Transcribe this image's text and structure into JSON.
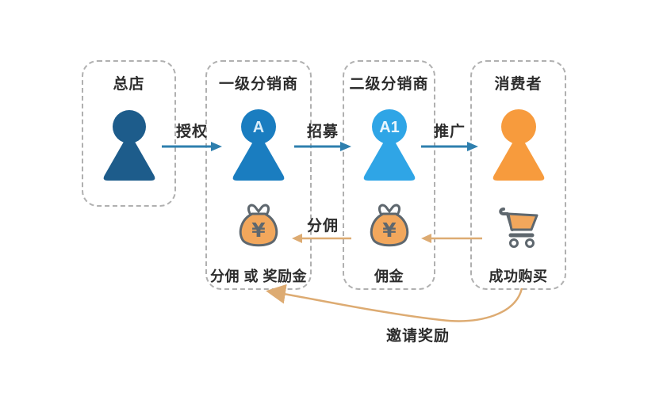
{
  "nodes": [
    {
      "label": "总店",
      "badge": "",
      "figure_color": "#1d5c8b"
    },
    {
      "label": "一级分销商",
      "badge": "A",
      "figure_color": "#1a7dc0"
    },
    {
      "label": "二级分销商",
      "badge": "A1",
      "figure_color": "#2fa5e6"
    },
    {
      "label": "消费者",
      "badge": "",
      "figure_color": "#f79b3d"
    }
  ],
  "top_arrows": [
    {
      "label": "授权"
    },
    {
      "label": "招募"
    },
    {
      "label": "推广"
    }
  ],
  "bottom_row": {
    "level1_reward": {
      "icon": "money-bag",
      "label": "分佣 或 奖励金"
    },
    "level2_commission": {
      "icon": "money-bag",
      "label": "佣金"
    },
    "consumer_purchase": {
      "icon": "shopping-cart",
      "label": "成功购买"
    },
    "commission_arrow_label": "分佣",
    "yen_symbol": "¥"
  },
  "invite_reward_label": "邀请奖励",
  "colors": {
    "headquarters_blue": "#1d5c8b",
    "level1_blue": "#1a7dc0",
    "level2_blue": "#2fa5e6",
    "consumer_orange": "#f79b3d",
    "bag_fill_orange": "#f2a75c",
    "icon_outline_gray": "#5e676e",
    "flow_arrow_blue": "#2e7fae",
    "money_arrow_tan": "#ddab72",
    "text_dark": "#2c2c2c",
    "box_border_gray": "#b0b0b0",
    "badge_letter_light": "#d9edf9"
  }
}
